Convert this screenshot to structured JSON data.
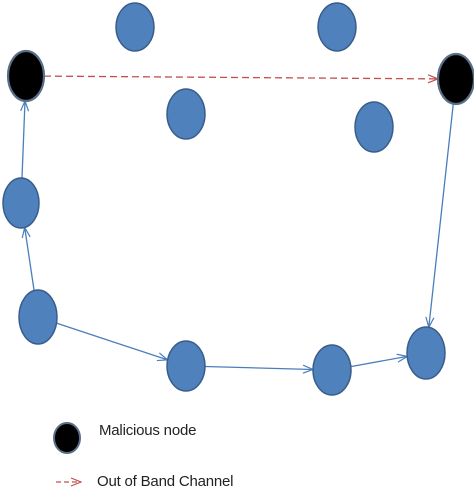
{
  "colors": {
    "normal_node_fill": "#4f81bd",
    "normal_node_stroke": "#385d8a",
    "malicious_node_fill": "#000000",
    "malicious_node_stroke": "#5a6f8a",
    "route_arrow": "#4a7ebb",
    "tunnel_arrow": "#c0504d"
  },
  "nodes": [
    {
      "id": "n-top-left",
      "type": "normal"
    },
    {
      "id": "n-top-right",
      "type": "normal"
    },
    {
      "id": "m-left",
      "type": "malicious"
    },
    {
      "id": "m-right",
      "type": "malicious"
    },
    {
      "id": "n-mid-left",
      "type": "normal"
    },
    {
      "id": "n-mid-right",
      "type": "normal"
    },
    {
      "id": "n-left",
      "type": "normal"
    },
    {
      "id": "n-bottom-left",
      "type": "normal"
    },
    {
      "id": "n-bottom-1",
      "type": "normal"
    },
    {
      "id": "n-bottom-2",
      "type": "normal"
    },
    {
      "id": "n-bottom-right",
      "type": "normal"
    }
  ],
  "route_edges": [
    {
      "from": "n-bottom-left",
      "to": "n-left"
    },
    {
      "from": "n-left",
      "to": "m-left"
    },
    {
      "from": "n-bottom-left",
      "to": "n-bottom-1"
    },
    {
      "from": "n-bottom-1",
      "to": "n-bottom-2"
    },
    {
      "from": "n-bottom-2",
      "to": "n-bottom-right"
    },
    {
      "from": "m-right",
      "to": "n-bottom-right"
    }
  ],
  "tunnel_edges": [
    {
      "from": "m-left",
      "to": "m-right"
    }
  ],
  "legend": {
    "malicious_label": "Malicious node",
    "tunnel_label": "Out of Band Channel"
  }
}
